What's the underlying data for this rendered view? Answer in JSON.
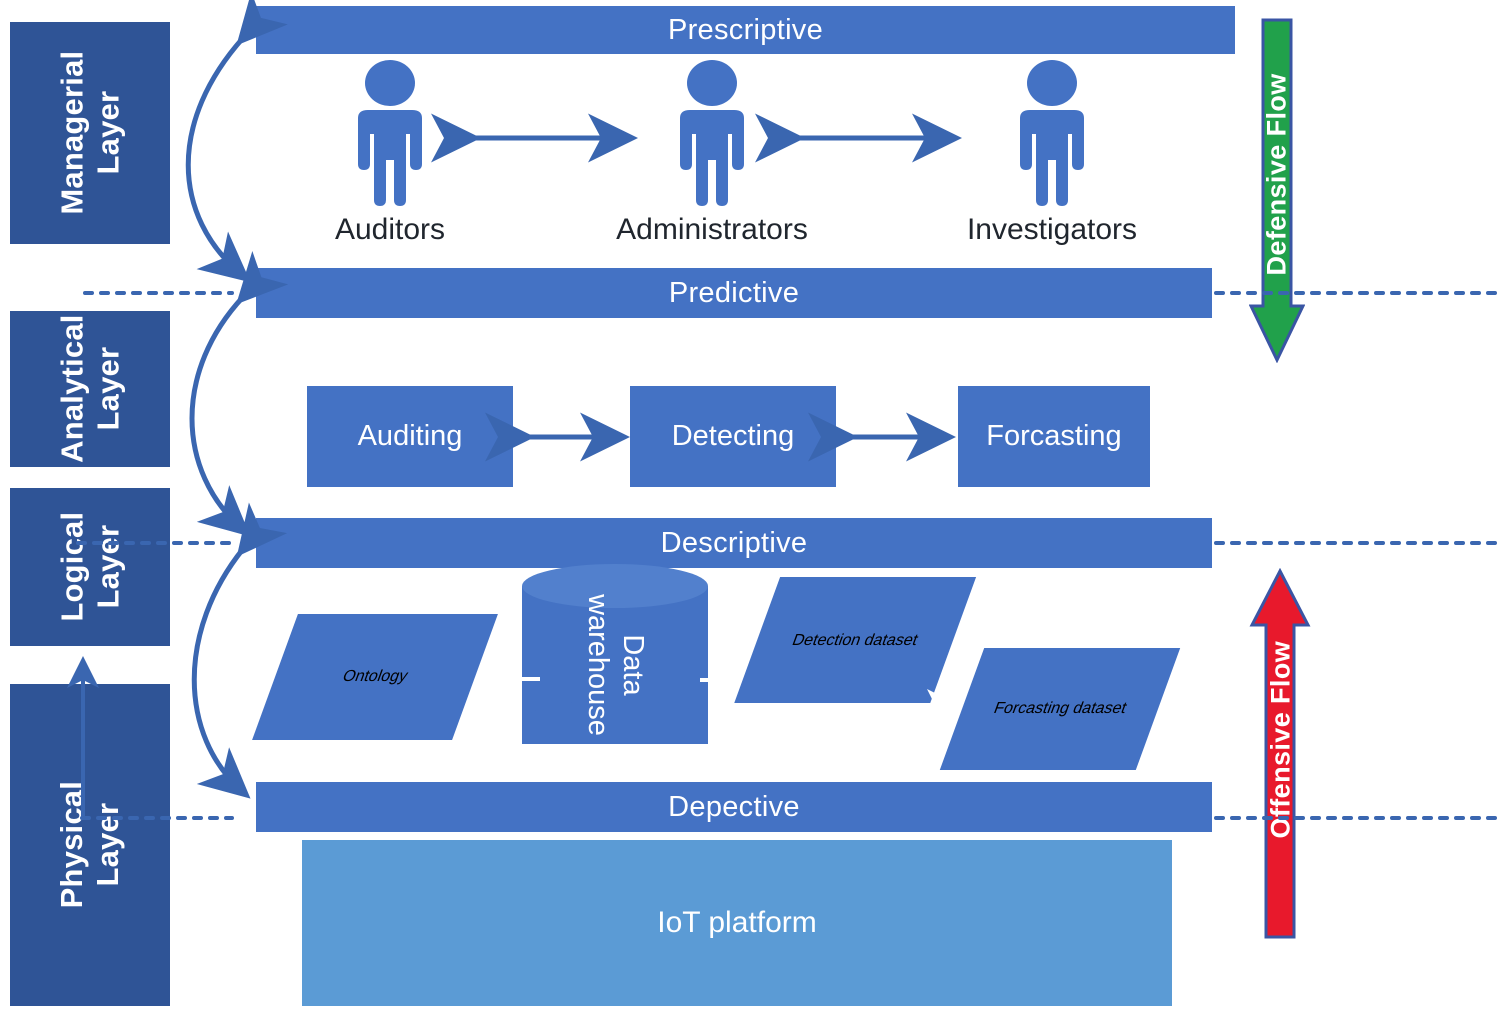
{
  "diagram": {
    "title": "Layered architecture of an IoT security analytics platform",
    "colors": {
      "layer_box": "#2F5496",
      "capability_bar": "#4472C4",
      "process_box": "#4472C4",
      "iot_band": "#5B9BD5",
      "defensive_flow": "#21A14B",
      "offensive_flow": "#E8192C",
      "connector": "#3A66B0",
      "flow_outline": "#3A55A4"
    }
  },
  "layers": [
    {
      "name": "managerial-layer",
      "label": "Managerial\nLayer"
    },
    {
      "name": "analytical-layer",
      "label": "Analytical\nLayer"
    },
    {
      "name": "logical-layer",
      "label": "Logical\nLayer"
    },
    {
      "name": "physical-layer",
      "label": "Physical\nLayer"
    }
  ],
  "capability_bars": [
    {
      "name": "prescriptive-bar",
      "label": "Prescriptive"
    },
    {
      "name": "predictive-bar",
      "label": "Predictive"
    },
    {
      "name": "descriptive-bar",
      "label": "Descriptive"
    },
    {
      "name": "depective-bar",
      "label": "Depective"
    }
  ],
  "managerial": {
    "roles": [
      {
        "name": "auditors",
        "label": "Auditors"
      },
      {
        "name": "administrators",
        "label": "Administrators"
      },
      {
        "name": "investigators",
        "label": "Investigators"
      }
    ]
  },
  "analytical": {
    "processes": [
      {
        "name": "auditing-box",
        "label": "Auditing"
      },
      {
        "name": "detecting-box",
        "label": "Detecting"
      },
      {
        "name": "forcasting-box",
        "label": "Forcasting"
      }
    ]
  },
  "logical": {
    "ontology": "Ontology",
    "data_warehouse": "Data\nwarehouse",
    "detection_dataset": "Detection\ndataset",
    "forcasting_dataset": "Forcasting\ndataset"
  },
  "physical": {
    "platform": "IoT platform"
  },
  "flows": [
    {
      "name": "defensive-flow",
      "label": "Defensive Flow",
      "direction": "down",
      "color": "#21A14B"
    },
    {
      "name": "offensive-flow",
      "label": "Offensive Flow",
      "direction": "up",
      "color": "#E8192C"
    }
  ]
}
